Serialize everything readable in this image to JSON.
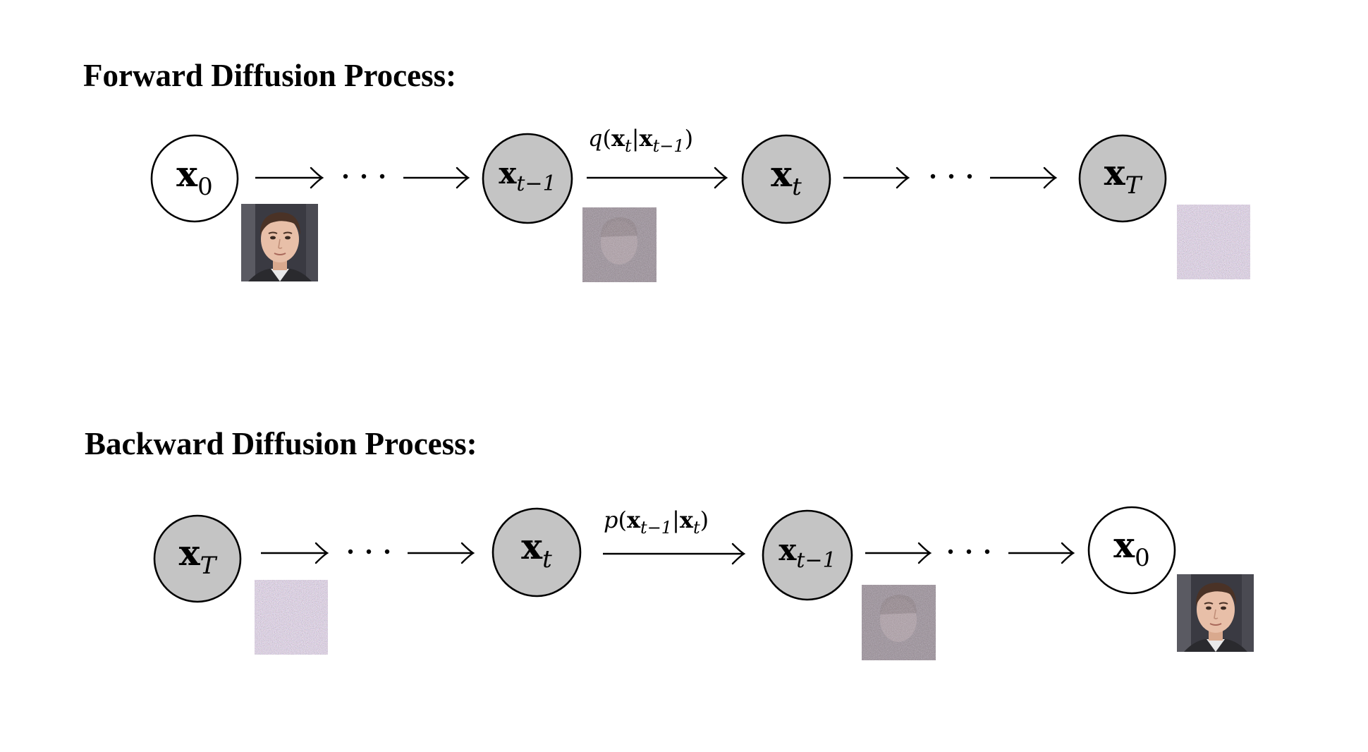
{
  "forward": {
    "title": "Forward Diffusion Process:",
    "edge_label": "q(x_t|x_{t-1})",
    "nodes": [
      {
        "id": "x0",
        "main": "x",
        "sub": "0",
        "sub_italic": false,
        "fill": "#ffffff",
        "image": "face"
      },
      {
        "id": "xt1",
        "main": "x",
        "sub": "t−1",
        "sub_italic": true,
        "fill": "#c4c4c4",
        "image": "noisy-face"
      },
      {
        "id": "xt",
        "main": "x",
        "sub": "t",
        "sub_italic": true,
        "fill": "#c4c4c4",
        "image": null
      },
      {
        "id": "xT",
        "main": "x",
        "sub": "T",
        "sub_italic": true,
        "fill": "#c4c4c4",
        "image": "noise"
      }
    ]
  },
  "backward": {
    "title": "Backward Diffusion Process:",
    "edge_label": "p(x_{t-1}|x_t)",
    "nodes": [
      {
        "id": "xT",
        "main": "x",
        "sub": "T",
        "sub_italic": true,
        "fill": "#c4c4c4",
        "image": "noise"
      },
      {
        "id": "xt",
        "main": "x",
        "sub": "t",
        "sub_italic": true,
        "fill": "#c4c4c4",
        "image": null
      },
      {
        "id": "xt1",
        "main": "x",
        "sub": "t−1",
        "sub_italic": true,
        "fill": "#c4c4c4",
        "image": "noisy-face"
      },
      {
        "id": "x0",
        "main": "x",
        "sub": "0",
        "sub_italic": false,
        "fill": "#ffffff",
        "image": "face"
      }
    ]
  },
  "ellipsis": "· · ·",
  "colors": {
    "node_white": "#ffffff",
    "node_gray": "#c4c4c4",
    "stroke": "#000000",
    "noise_base": "#8a7d8a",
    "skin": "#e8bfa8",
    "hair": "#4a3226",
    "background_dark": "#3a3a42"
  }
}
